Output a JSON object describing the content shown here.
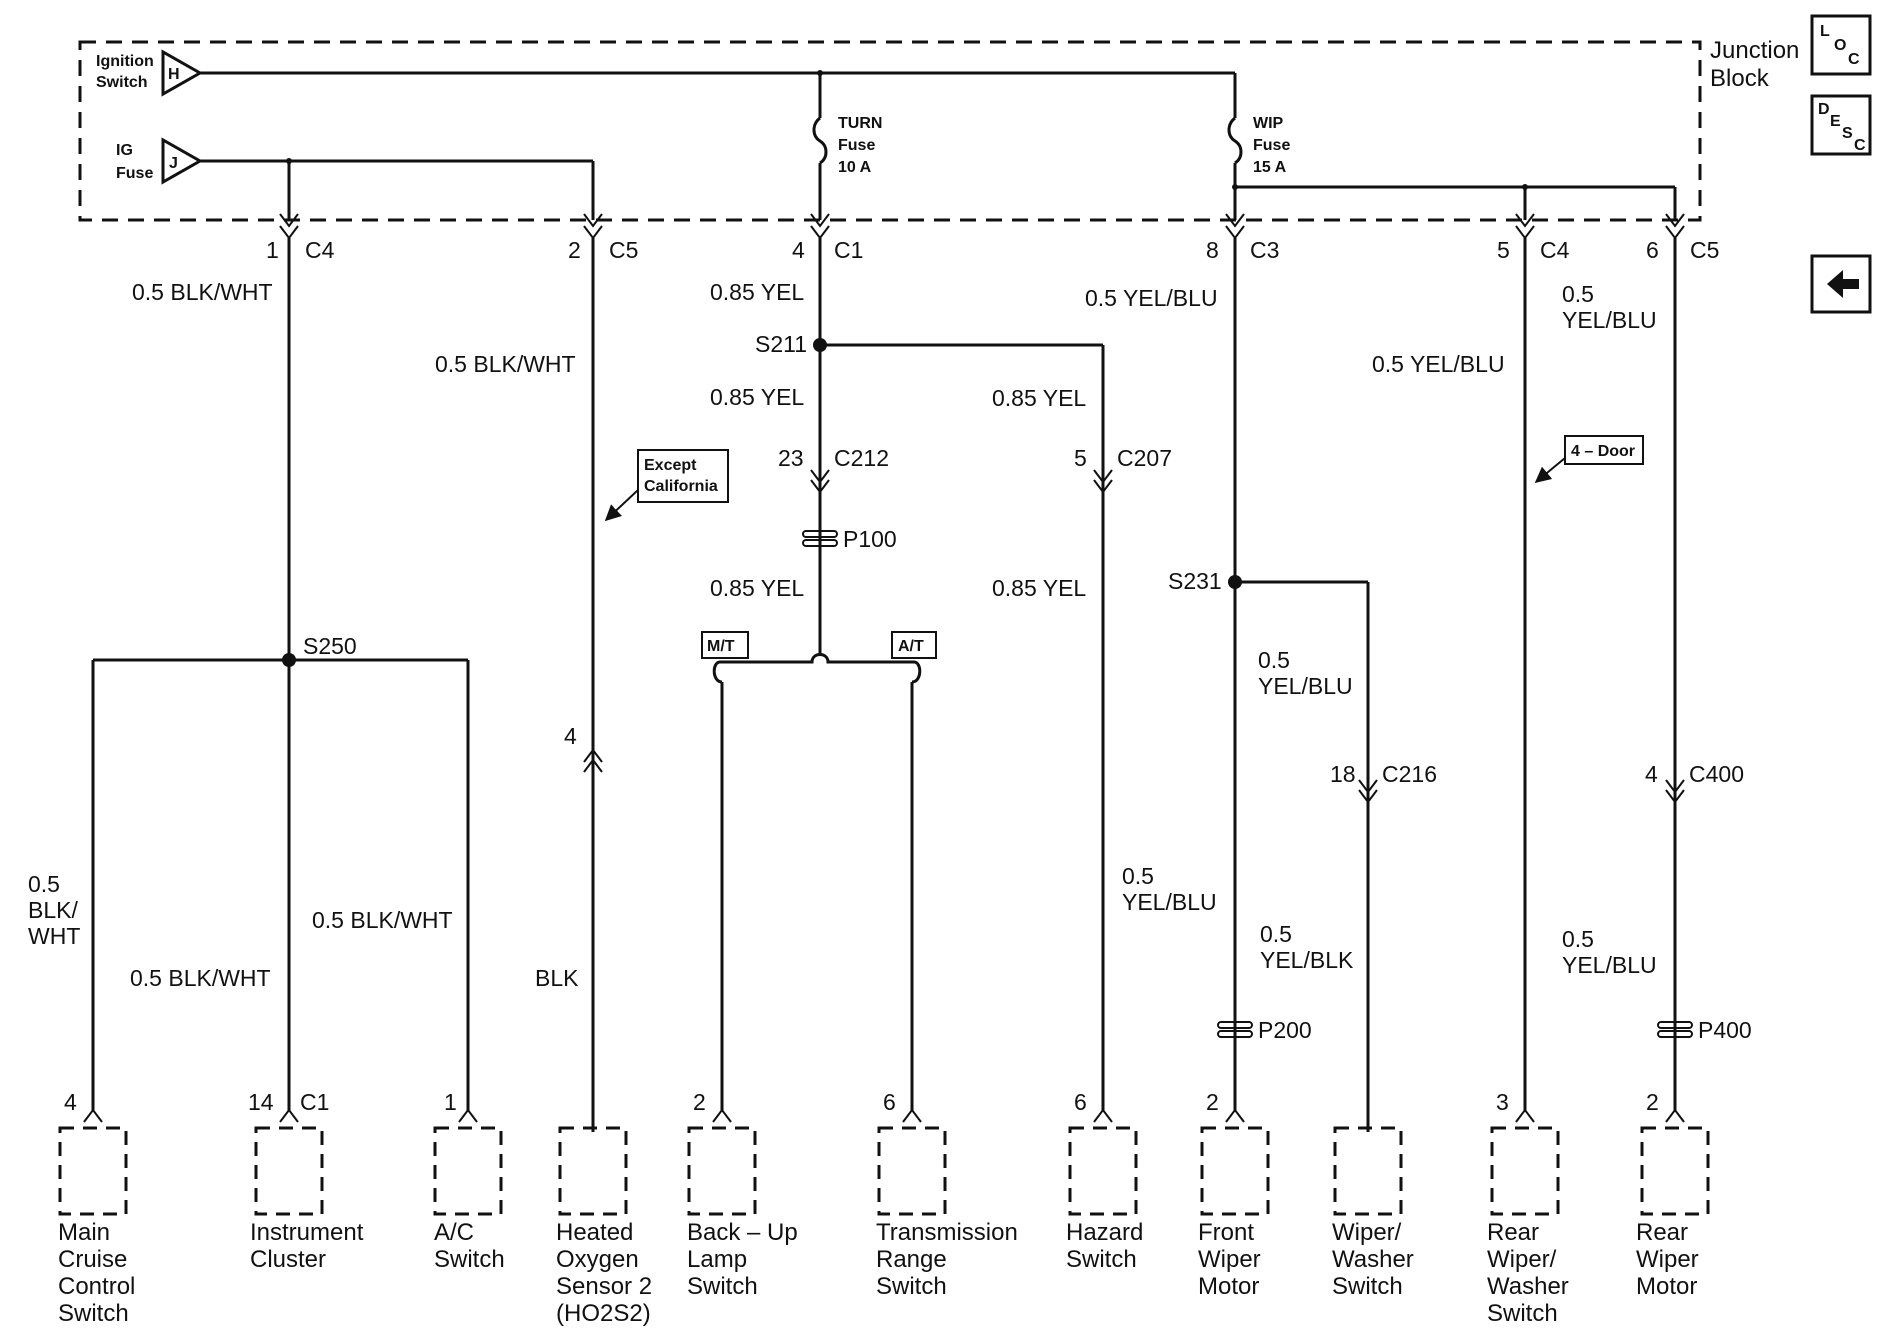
{
  "junction_block": {
    "line1": "Junction",
    "line2": "Block"
  },
  "sources": {
    "ignition": {
      "line1": "Ignition",
      "line2": "Switch",
      "pin": "H"
    },
    "ig_fuse": {
      "line1": "IG",
      "line2": "Fuse",
      "pin": "J"
    }
  },
  "fuses": {
    "turn": {
      "line1": "TURN",
      "line2": "Fuse",
      "line3": "10 A"
    },
    "wip": {
      "line1": "WIP",
      "line2": "Fuse",
      "line3": "15 A"
    }
  },
  "header_connectors": {
    "c1_pin": "1",
    "c1_id": "C4",
    "c2_pin": "2",
    "c2_id": "C5",
    "c3_pin": "4",
    "c3_id": "C1",
    "c4_pin": "8",
    "c4_id": "C3",
    "c5_pin": "5",
    "c5_id": "C4",
    "c6_pin": "6",
    "c6_id": "C5"
  },
  "wires": {
    "w1": "0.5 BLK/WHT",
    "w2": "0.5 BLK/WHT",
    "w3": "0.85 YEL",
    "w4": "0.85 YEL",
    "w5": "0.85 YEL",
    "w6": "0.85 YEL",
    "w7": "0.85 YEL",
    "w8": "0.5 YEL/BLU",
    "w9": "0.5 YEL/BLU",
    "w10_1": "0.5",
    "w10_2": "YEL/BLU",
    "w11_1": "0.5",
    "w11_2": "BLK/",
    "w11_3": "WHT",
    "w12": "0.5 BLK/WHT",
    "w13": "0.5 BLK/WHT",
    "w14": "BLK",
    "w15_1": "0.5",
    "w15_2": "YEL/BLU",
    "w16_1": "0.5",
    "w16_2": "YEL/BLU",
    "w17_1": "0.5",
    "w17_2": "YEL/BLK",
    "w18_1": "0.5",
    "w18_2": "YEL/BLU"
  },
  "splices": {
    "s211": "S211",
    "s231": "S231",
    "s250": "S250"
  },
  "inline_connectors": {
    "c212_pin": "23",
    "c212_id": "C212",
    "c207_pin": "5",
    "c207_id": "C207",
    "c216_pin": "18",
    "c216_id": "C216",
    "c400_pin": "4",
    "c400_id": "C400",
    "ho2s_pin": "4"
  },
  "pass_throughs": {
    "p100": "P100",
    "p200": "P200",
    "p400": "P400"
  },
  "options": {
    "except_ca_1": "Except",
    "except_ca_2": "California",
    "mt": "M/T",
    "at": "A/T",
    "four_door": "4 – Door"
  },
  "pins": {
    "main_cruise": "4",
    "instrument": "14",
    "instrument_conn": "C1",
    "ac": "1",
    "backup": "2",
    "trans": "6",
    "hazard": "6",
    "front_wiper": "2",
    "rear_washer": "3",
    "rear_wiper": "2"
  },
  "components": {
    "main_cruise": [
      "Main",
      "Cruise",
      "Control",
      "Switch"
    ],
    "instrument": [
      "Instrument",
      "Cluster"
    ],
    "ac": [
      "A/C",
      "Switch"
    ],
    "ho2s": [
      "Heated",
      "Oxygen",
      "Sensor 2",
      "(HO2S2)"
    ],
    "backup": [
      "Back – Up",
      "Lamp",
      "Switch"
    ],
    "trans": [
      "Transmission",
      "Range",
      "Switch"
    ],
    "hazard": [
      "Hazard",
      "Switch"
    ],
    "front_wiper": [
      "Front",
      "Wiper",
      "Motor"
    ],
    "wiper_washer": [
      "Wiper/",
      "Washer",
      "Switch"
    ],
    "rear_washer": [
      "Rear",
      "Wiper/",
      "Washer",
      "Switch"
    ],
    "rear_wiper": [
      "Rear",
      "Wiper",
      "Motor"
    ]
  },
  "side_icons": {
    "loc": {
      "a": "L",
      "b": "O",
      "c": "C"
    },
    "desc": {
      "a": "D",
      "b": "E",
      "c": "S",
      "d": "C"
    },
    "back_icon": "arrow-left-icon"
  }
}
